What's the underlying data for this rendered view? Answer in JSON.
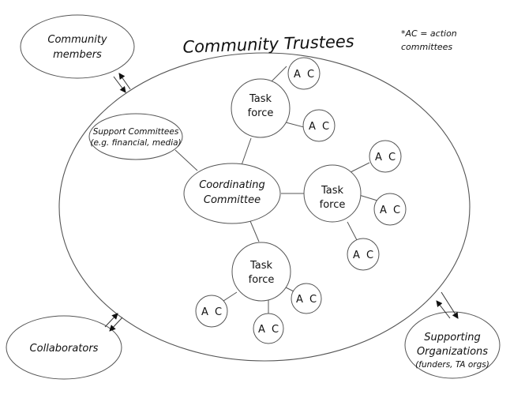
{
  "diagram": {
    "title": "Community Trustees",
    "note": {
      "line1": "*AC = action",
      "line2": "committees"
    },
    "outside_nodes": {
      "community_members": {
        "line1": "Community",
        "line2": "members"
      },
      "collaborators": {
        "line1": "Collaborators"
      },
      "supporting_organizations": {
        "line1": "Supporting",
        "line2": "Organizations",
        "line3": "(funders, TA orgs)"
      }
    },
    "inside_nodes": {
      "support_committees": {
        "line1": "Support Committees",
        "line2": "(e.g. financial, media)"
      },
      "coordinating_committee": {
        "line1": "Coordinating",
        "line2": "Committee"
      },
      "task_forces": [
        {
          "line1": "Task",
          "line2": "force",
          "action_committees": [
            "A C",
            "A C"
          ]
        },
        {
          "line1": "Task",
          "line2": "force",
          "action_committees": [
            "A C",
            "A C",
            "A C"
          ]
        },
        {
          "line1": "Task",
          "line2": "force",
          "action_committees": [
            "A C",
            "A C",
            "A C"
          ]
        }
      ]
    },
    "relations": [
      {
        "from": "Community members",
        "to": "Community Trustees",
        "type": "bidirectional"
      },
      {
        "from": "Collaborators",
        "to": "Community Trustees",
        "type": "bidirectional"
      },
      {
        "from": "Supporting Organizations",
        "to": "Community Trustees",
        "type": "bidirectional"
      },
      {
        "from": "Coordinating Committee",
        "to": "Support Committees",
        "type": "line"
      },
      {
        "from": "Coordinating Committee",
        "to": "Task force",
        "type": "line"
      }
    ]
  }
}
